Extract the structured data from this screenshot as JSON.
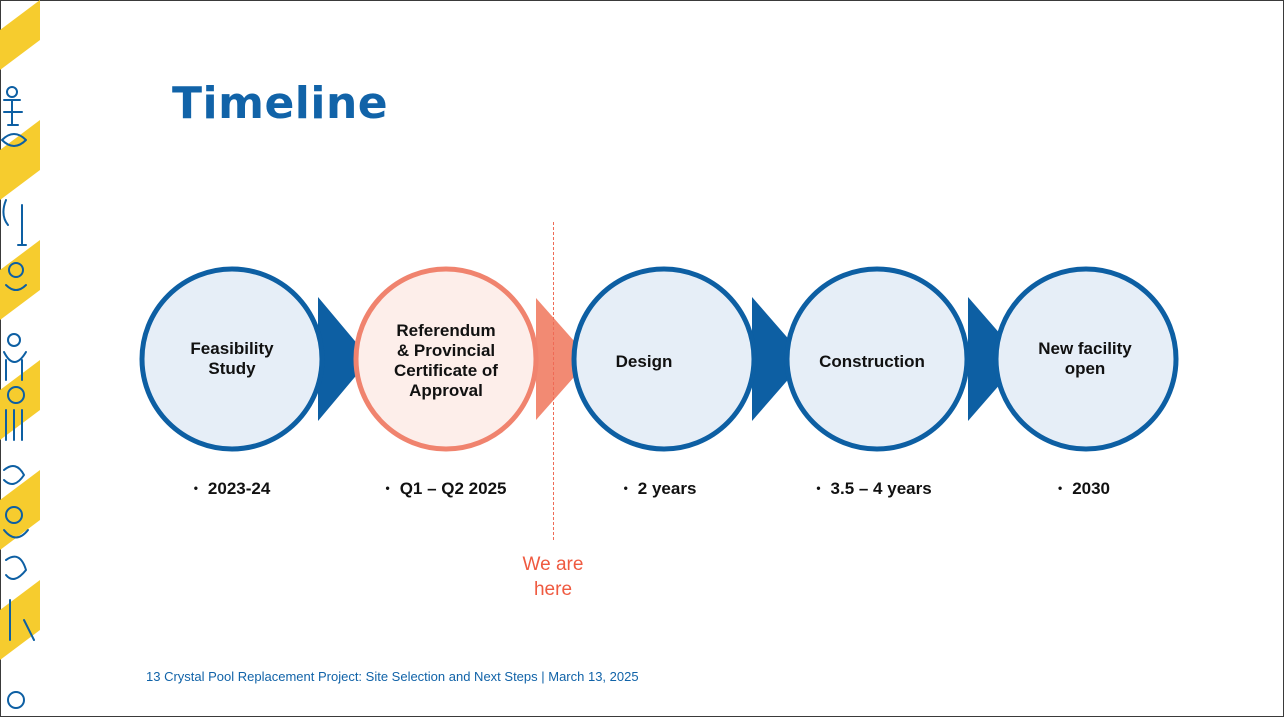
{
  "slide": {
    "title": "Timeline",
    "footer": "13 Crystal Pool Replacement Project: Site Selection and Next Steps | March 13, 2025"
  },
  "marker": {
    "label_line1": "We are",
    "label_line2": "here"
  },
  "stages": [
    {
      "name": "Feasibility Study",
      "lines": [
        "Feasibility",
        "Study"
      ],
      "period": "2023-24",
      "status": "past"
    },
    {
      "name": "Referendum & Provincial Certificate of Approval",
      "lines": [
        "Referendum",
        "& Provincial",
        "Certificate of",
        "Approval"
      ],
      "period": "Q1 – Q2 2025",
      "status": "current"
    },
    {
      "name": "Design",
      "lines": [
        "Design"
      ],
      "period": "2 years",
      "status": "future"
    },
    {
      "name": "Construction",
      "lines": [
        "Construction"
      ],
      "period": "3.5 – 4 years",
      "status": "future"
    },
    {
      "name": "New facility open",
      "lines": [
        "New facility",
        "open"
      ],
      "period": "2030",
      "status": "future"
    }
  ],
  "colors": {
    "title": "#1163a8",
    "circle_fill": "#e6eef7",
    "circle_stroke": "#0d5fa3",
    "current_fill": "#fdeeea",
    "current_stroke": "#f0836e",
    "marker": "#ef5a40",
    "strip_yellow": "#f6cc2e"
  }
}
